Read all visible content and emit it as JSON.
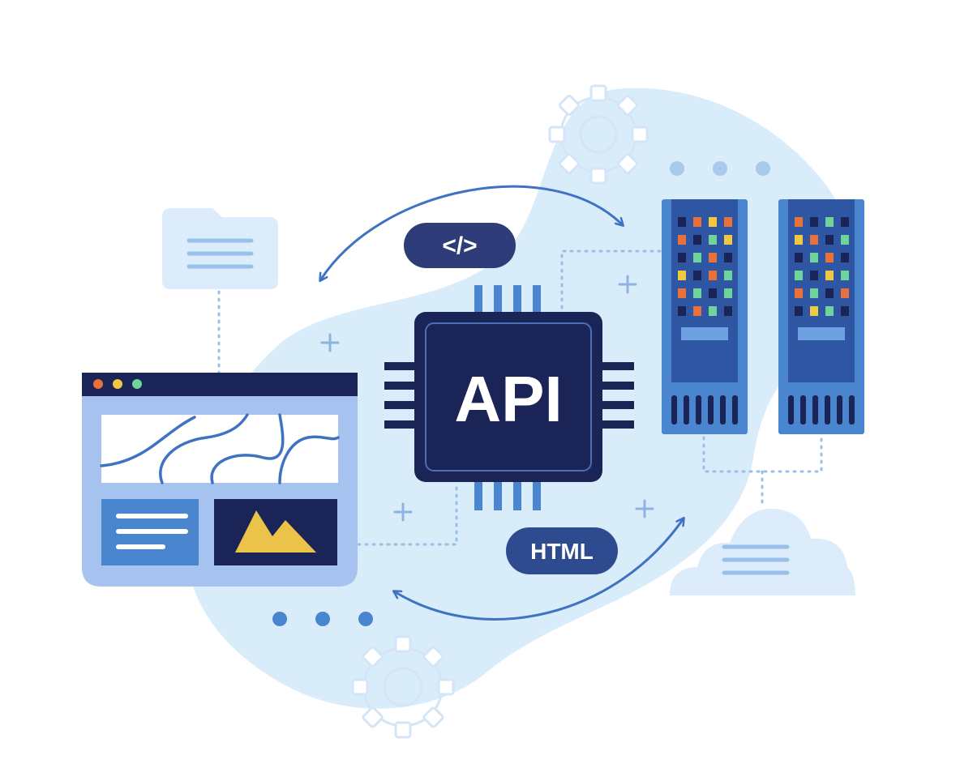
{
  "chip": {
    "label": "API"
  },
  "tags": {
    "code": "</>",
    "html": "HTML"
  },
  "colors": {
    "navy": "#1a2456",
    "blue": "#3f73c2",
    "mid_blue": "#4a86cf",
    "light_blob": "#d9ecfa",
    "pale": "#dcecfb",
    "browser_frame": "#a6c3ef",
    "dot_orange": "#e8703a",
    "dot_yellow": "#f2c744",
    "dot_green": "#6fd49a",
    "mountain": "#ecc34a"
  },
  "server_lights": {
    "rack1": [
      [
        "navy",
        "orange",
        "yellow",
        "orange"
      ],
      [
        "orange",
        "navy",
        "green",
        "yellow"
      ],
      [
        "navy",
        "green",
        "orange",
        "navy"
      ],
      [
        "yellow",
        "navy",
        "orange",
        "green"
      ],
      [
        "orange",
        "green",
        "navy",
        "green"
      ],
      [
        "navy",
        "orange",
        "green",
        "navy"
      ]
    ],
    "rack2": [
      [
        "orange",
        "navy",
        "green",
        "navy"
      ],
      [
        "yellow",
        "orange",
        "navy",
        "green"
      ],
      [
        "navy",
        "green",
        "orange",
        "navy"
      ],
      [
        "green",
        "navy",
        "yellow",
        "green"
      ],
      [
        "orange",
        "green",
        "navy",
        "orange"
      ],
      [
        "navy",
        "yellow",
        "green",
        "navy"
      ]
    ]
  }
}
